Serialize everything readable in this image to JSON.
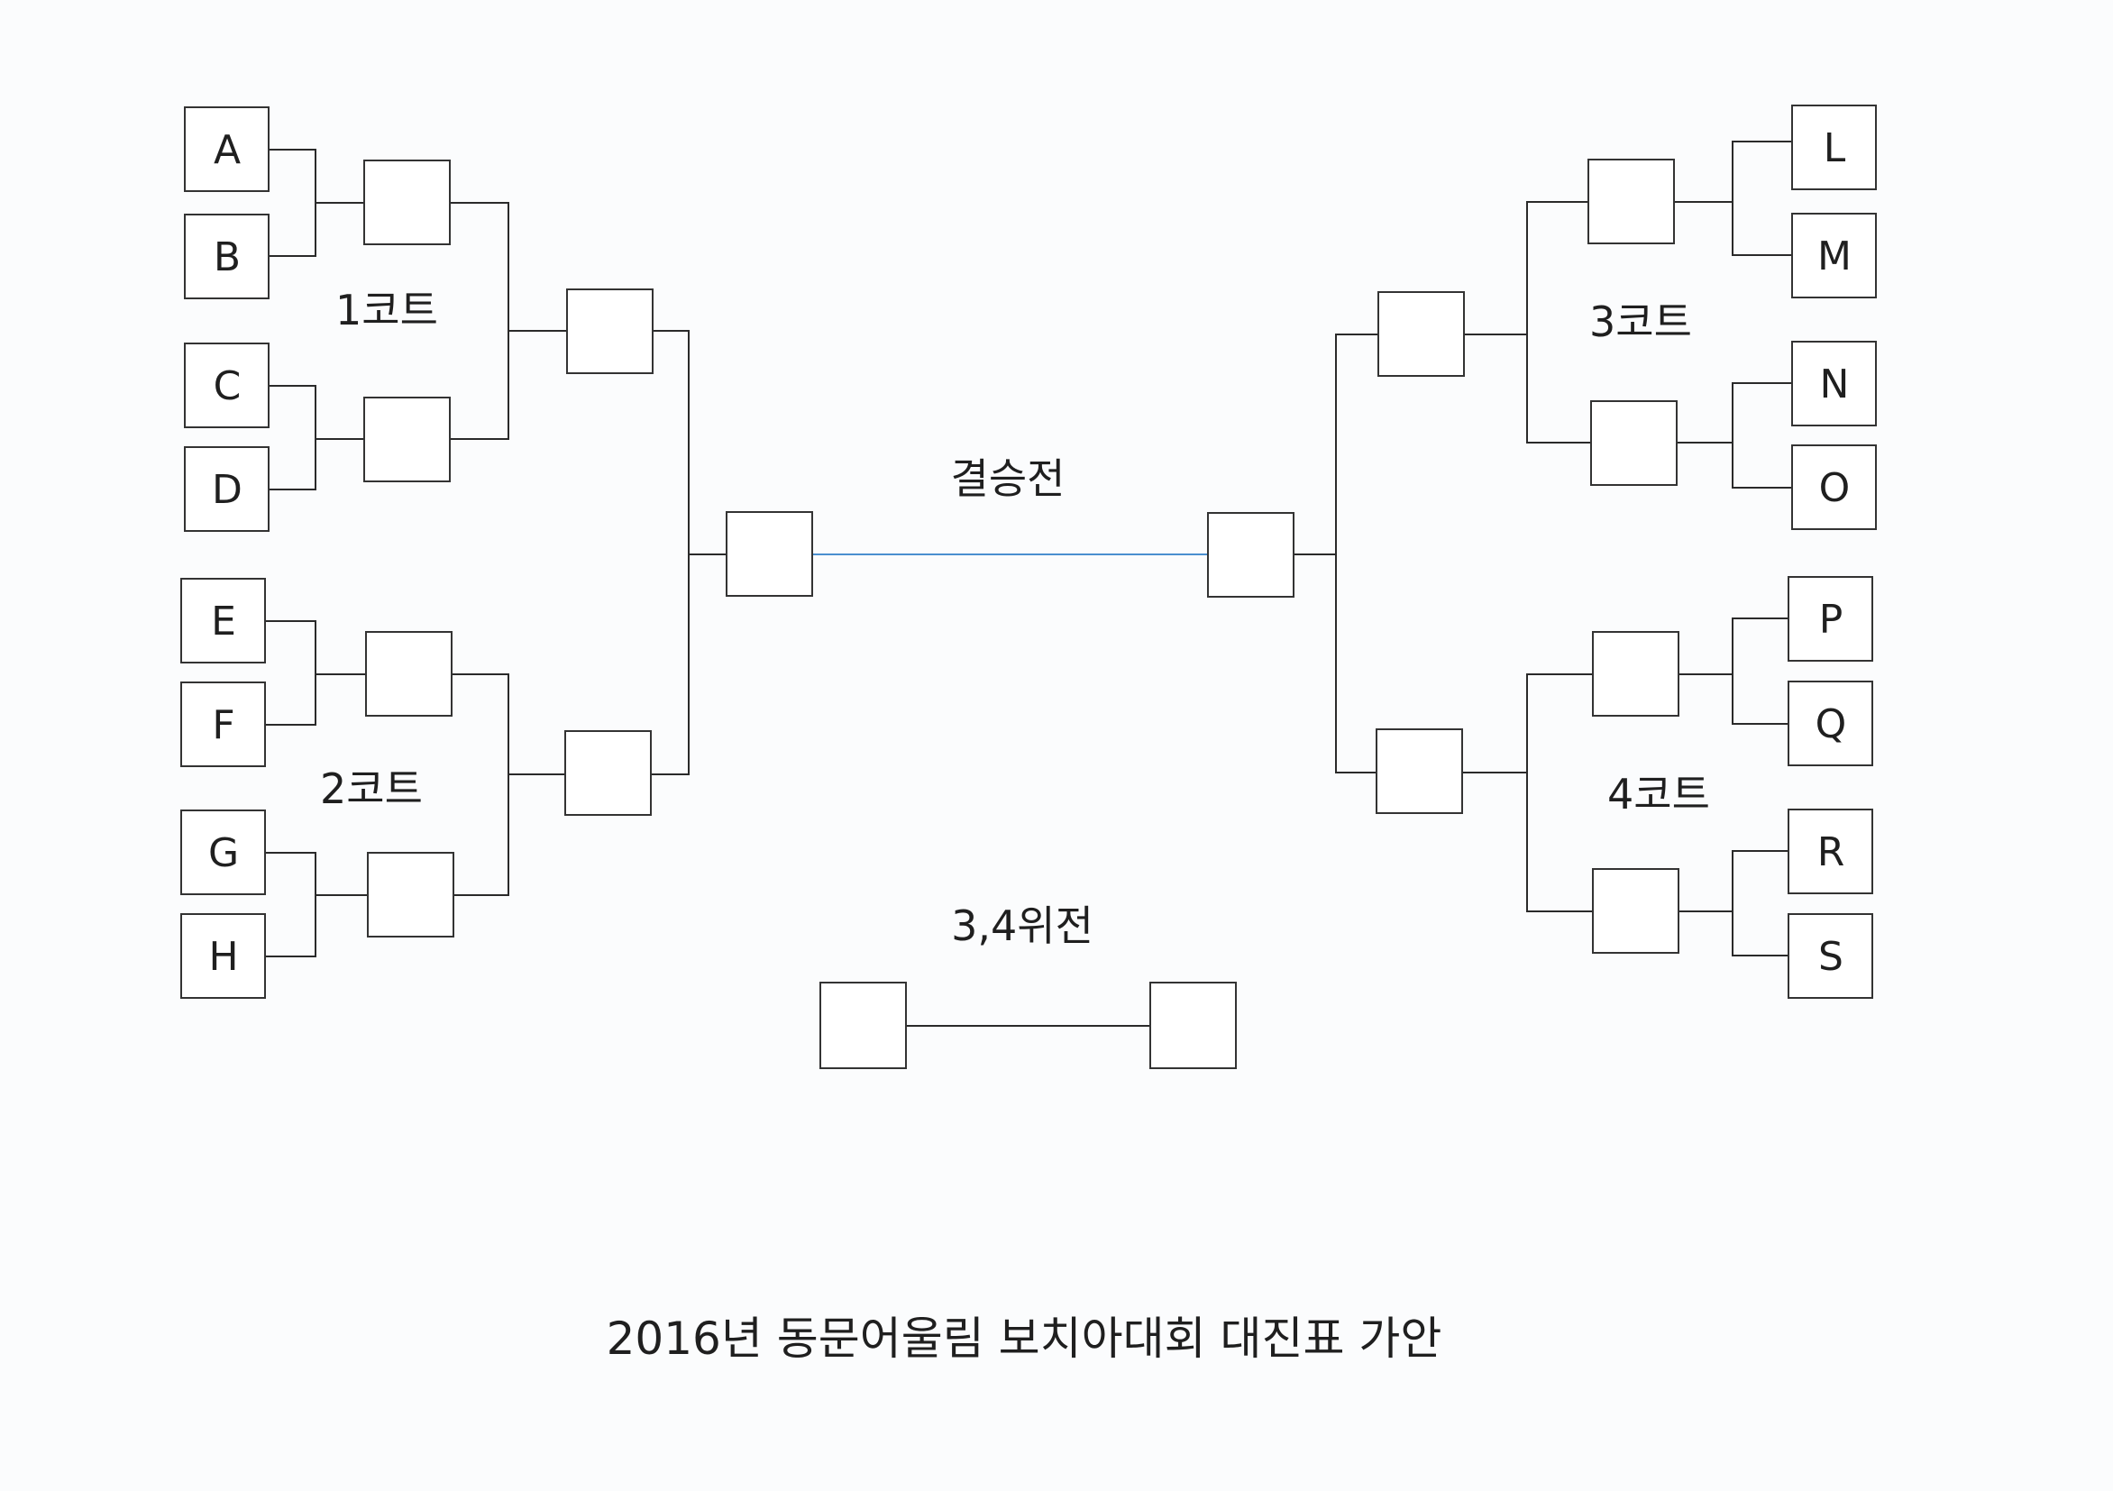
{
  "players_left": [
    "A",
    "B",
    "C",
    "D",
    "E",
    "F",
    "G",
    "H"
  ],
  "players_right": [
    "L",
    "M",
    "N",
    "O",
    "P",
    "Q",
    "R",
    "S"
  ],
  "courts": {
    "court1": "1코트",
    "court2": "2코트",
    "court3": "3코트",
    "court4": "4코트"
  },
  "final_label": "결승전",
  "third_place_label": "3,4위전",
  "footer_title": "2016년 동문어울림 보치아대회 대진표 가안",
  "colors": {
    "final_line": "#4a8fd0",
    "lines": "#2a2a2a",
    "box_border": "#333333"
  }
}
